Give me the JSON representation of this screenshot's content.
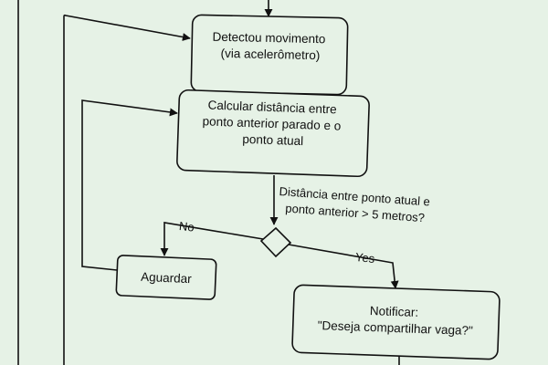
{
  "colors": {
    "background": "#e6f2e6",
    "stroke": "#111111",
    "text": "#111111"
  },
  "nodes": {
    "detectou": {
      "lines": [
        "Detectou movimento",
        "(via acelerômetro)"
      ]
    },
    "calcular": {
      "lines": [
        "Calcular distância entre",
        "ponto anterior parado e o",
        "ponto atual"
      ]
    },
    "aguardar": {
      "lines": [
        "Aguardar"
      ]
    },
    "notificar": {
      "lines": [
        "Notificar:",
        "\"Deseja compartilhar vaga?\""
      ]
    }
  },
  "edges": {
    "condition": {
      "lines": [
        "Distância entre ponto atual e",
        "ponto anterior > 5 metros?"
      ]
    },
    "no_label": "No",
    "yes_label": "Yes"
  }
}
